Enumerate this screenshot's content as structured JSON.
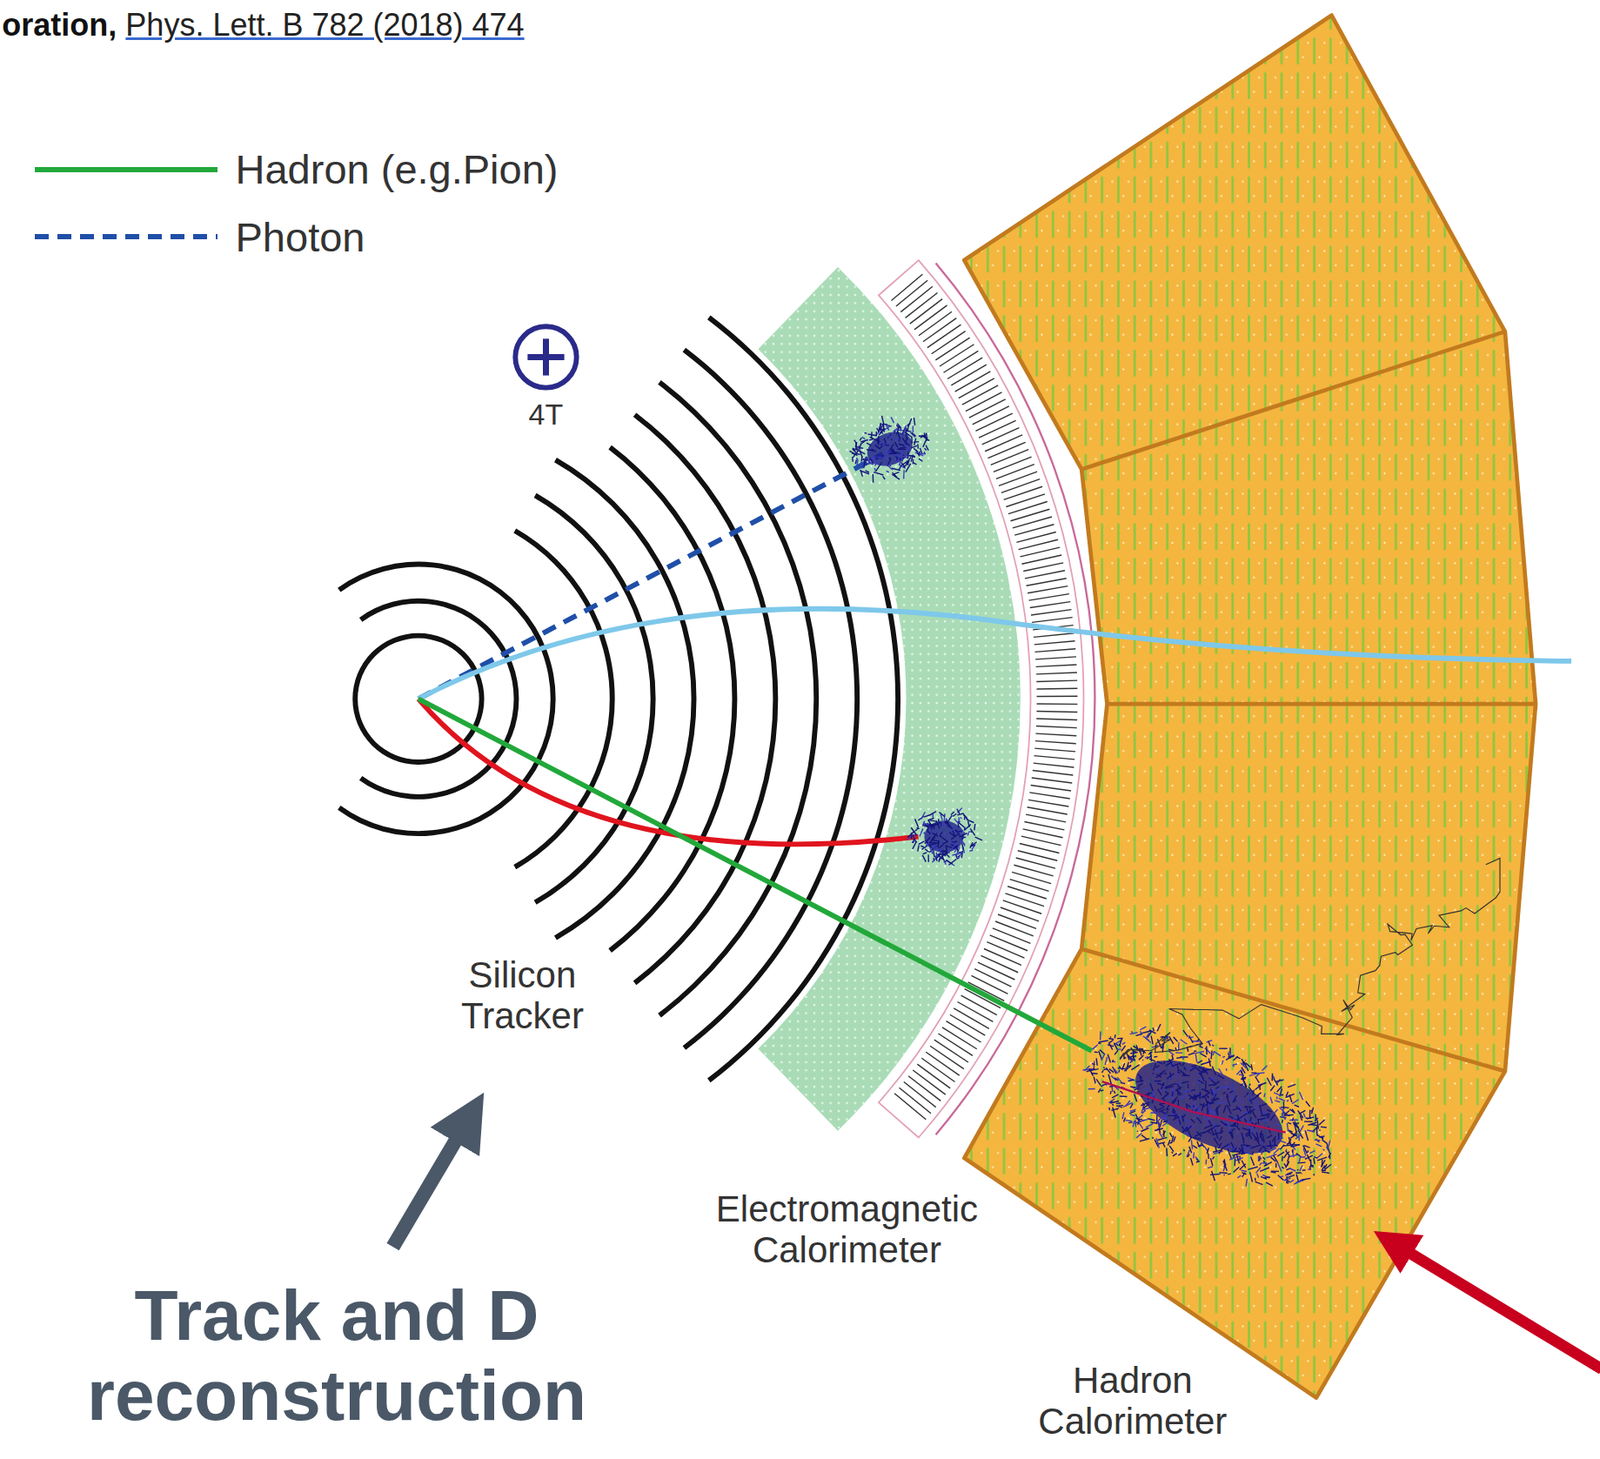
{
  "diagram": {
    "labels": [
      "oration,",
      "Phys. Lett. B 782 (2018) 474",
      "4T",
      "Silicon Tracker",
      "Electromagnetic Calorimeter",
      "Hadron Calorimeter",
      "Track and D reconstruction"
    ],
    "legend": [
      {
        "text": "Hadron (e.g.Pion)"
      },
      {
        "text": "Photon"
      }
    ]
  }
}
